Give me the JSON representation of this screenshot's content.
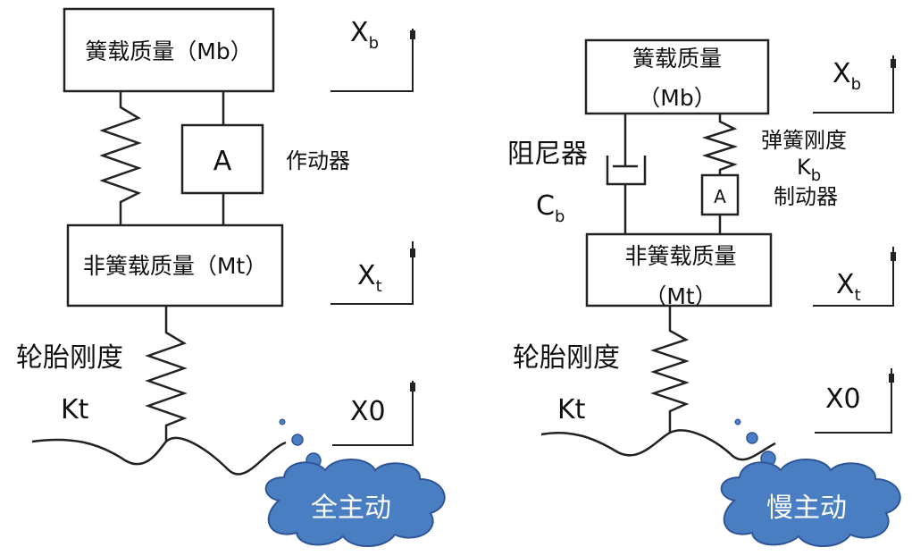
{
  "left": {
    "sprung_mass": "簧载质量（Mb）",
    "unsprung_mass": "非簧载质量（Mt）",
    "actuator": "作动器",
    "actuator_symbol": "A",
    "tire_stiffness": "轮胎刚度",
    "tire_stiffness_symbol": "Kt",
    "xb": {
      "main": "X",
      "sub": "b"
    },
    "xt": {
      "main": "X",
      "sub": "t"
    },
    "x0": "X0",
    "badge": "全主动"
  },
  "right": {
    "sprung_mass": "簧载质量",
    "sprung_mass_symbol": "（Mb）",
    "unsprung_mass": "非簧载质量",
    "unsprung_mass_symbol": "（Mt）",
    "damper": "阻尼器",
    "damper_symbol": {
      "main": "C",
      "sub": "b"
    },
    "spring_stiffness": "弹簧刚度",
    "spring_stiffness_symbol": {
      "main": "K",
      "sub": "b"
    },
    "brake": "制动器",
    "actuator_symbol": "A",
    "tire_stiffness": "轮胎刚度",
    "tire_stiffness_symbol": "Kt",
    "xb": {
      "main": "X",
      "sub": "b"
    },
    "xt": {
      "main": "X",
      "sub": "t"
    },
    "x0": "X0",
    "badge": "慢主动"
  },
  "colors": {
    "cloud_fill": "#4a7ec2",
    "cloud_stroke": "#2f5597",
    "line": "#222222"
  }
}
